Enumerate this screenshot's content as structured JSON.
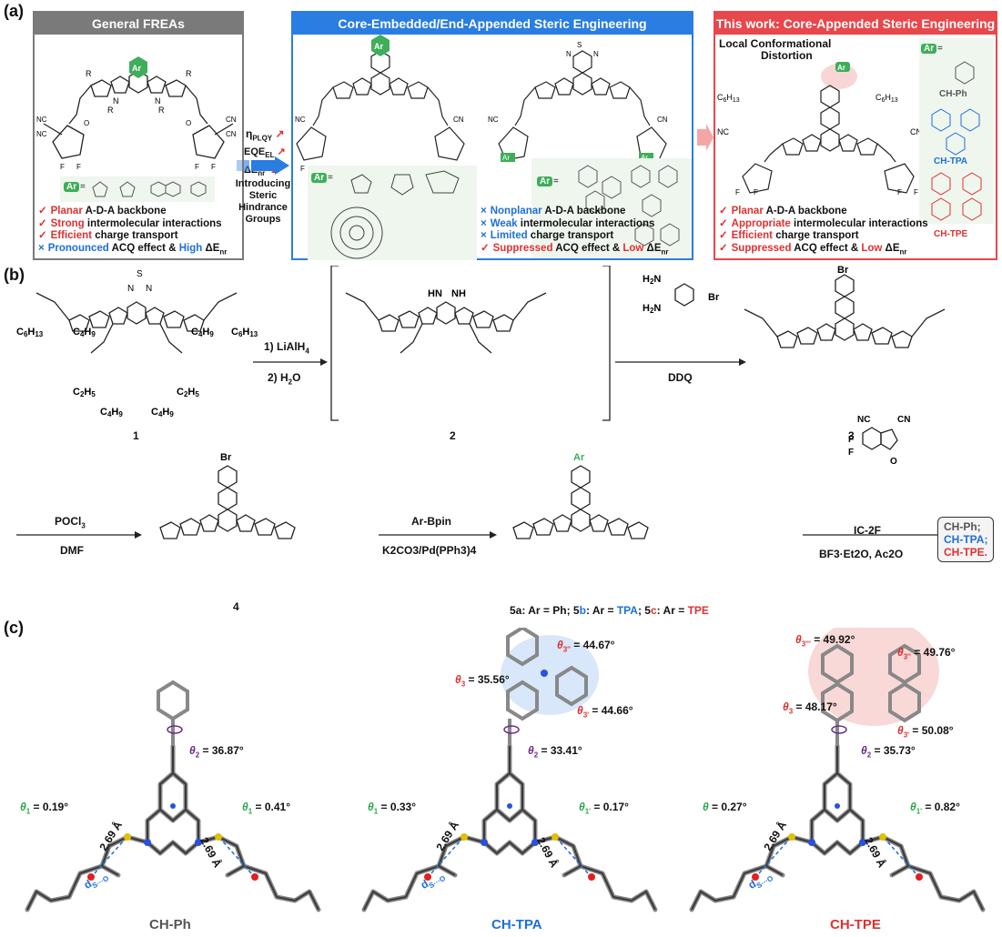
{
  "panels": {
    "a": "(a)",
    "b": "(b)",
    "c": "(c)"
  },
  "panel_a": {
    "box1": {
      "title": "General FREAs",
      "ar_eq": "Ar =",
      "bullets": [
        {
          "mark": "✓",
          "type": "chk",
          "pre": "",
          "hl": "Planar",
          "post": " A-D-A backbone"
        },
        {
          "mark": "✓",
          "type": "chk",
          "pre": "",
          "hl": "Strong",
          "post": " intermolecular interactions"
        },
        {
          "mark": "✓",
          "type": "chk",
          "pre": "",
          "hl": "Efficient",
          "post": " charge transport"
        },
        {
          "mark": "×",
          "type": "crs",
          "pre": "",
          "hl": "Pronounced",
          "post": " ACQ effect & ",
          "hl2": "High",
          "post2": " ΔE",
          "sub": "nr"
        }
      ]
    },
    "arrow": {
      "eta": "η",
      "eta_sub": "PLQY",
      "eqe": "EQE",
      "eqe_sub": "EL",
      "de": "ΔE",
      "de_sub": "nr",
      "caption": [
        "Introducing",
        "Steric",
        "Hindrance",
        "Groups"
      ]
    },
    "box2": {
      "title": "Core-Embedded/End-Appended Steric Engineering",
      "ar_eq": "Ar =",
      "bullets": [
        {
          "mark": "×",
          "type": "crs",
          "hl": "Nonplanar",
          "post": " A-D-A backbone"
        },
        {
          "mark": "×",
          "type": "crs",
          "hl": "Weak",
          "post": " intermolecular interactions"
        },
        {
          "mark": "×",
          "type": "crs",
          "hl": "Limited",
          "post": " charge transport"
        },
        {
          "mark": "✓",
          "type": "chk",
          "hl": "Suppressed",
          "post": " ACQ effect & ",
          "hl2": "Low",
          "post2": " ΔE",
          "sub": "nr"
        }
      ]
    },
    "box3": {
      "title": "This work: Core-Appended Steric Engineering",
      "distortion": [
        "Local Conformational",
        "Distortion"
      ],
      "ar_eq": "Ar =",
      "labels": [
        "CH-Ph",
        "CH-TPA",
        "CH-TPE"
      ],
      "bullets": [
        {
          "mark": "✓",
          "type": "chk",
          "hl": "Planar",
          "post": " A-D-A backbone"
        },
        {
          "mark": "✓",
          "type": "chk",
          "hl": "Appropriate",
          "post": " intermolecular interactions"
        },
        {
          "mark": "✓",
          "type": "chk",
          "hl": "Efficient",
          "post": " charge transport"
        },
        {
          "mark": "✓",
          "type": "chk",
          "hl": "Suppressed",
          "post": " ACQ effect & ",
          "hl2": "Low",
          "post2": " ΔE",
          "sub": "nr"
        }
      ]
    },
    "chain_labels": {
      "R": "R",
      "N": "N",
      "S": "S",
      "F": "F",
      "NC": "NC",
      "CN": "CN",
      "O": "O",
      "C6H13": "C6H13",
      "C4H9": "C4H9",
      "C2H5": "C2H5",
      "Ar": "Ar"
    }
  },
  "panel_b": {
    "compounds": [
      "1",
      "2",
      "3",
      "4",
      "5a: Ar = Ph; 5b: Ar = TPA; 5c: Ar = TPE"
    ],
    "compound5": {
      "pre": "5a: Ar = Ph; 5",
      "b": "b",
      "mid": ": Ar = ",
      "tpa": "TPA",
      "sep": "; 5",
      "c": "c",
      "mid2": ": Ar = ",
      "tpe": "TPE"
    },
    "steps": {
      "s1_top": "1) LiAlH",
      "s1_top_sub": "4",
      "s1_bot": "2) H",
      "s1_bot_sub": "2",
      "s1_bot_end": "O",
      "s2_bot": "DDQ",
      "s3_top": "POCl",
      "s3_top_sub": "3",
      "s3_bot": "DMF",
      "s4_top": "Ar-Bpin",
      "s4_bot": "K2CO3/Pd(PPh3)4",
      "s5_mid": "IC-2F",
      "s5_bot": "BF3·Et2O, Ac2O"
    },
    "reagents": {
      "H2N": "H2N",
      "Br": "Br",
      "HN": "HN",
      "NH": "NH"
    },
    "final": [
      "CH-Ph;",
      "CH-TPA;",
      "CH-TPE."
    ]
  },
  "panel_c": {
    "molecules": [
      {
        "name": "CH-Ph",
        "color": "#555555",
        "angles": [
          {
            "t": "θ",
            "sub": "2",
            "v": " = 36.87°",
            "c": "#6a2b8a"
          }
        ],
        "left_theta": {
          "t": "θ",
          "sub": "1",
          "v": " = 0.19°"
        },
        "right_theta": {
          "t": "θ",
          "sub": "1",
          "v": " = 0.41°"
        },
        "ds": "2.69 Å",
        "dlabel": "d",
        "dsub": "S···O"
      },
      {
        "name": "CH-TPA",
        "color": "#1e6fd9",
        "angles": [
          {
            "t": "θ",
            "sub": "3",
            "v": " = 35.56°"
          },
          {
            "t": "θ",
            "sub": "3''",
            "v": " = 44.67°"
          },
          {
            "t": "θ",
            "sub": "3'",
            "v": " = 44.66°"
          },
          {
            "t": "θ",
            "sub": "2",
            "v": " = 33.41°"
          }
        ],
        "left_theta": {
          "t": "θ",
          "sub": "1",
          "v": " = 0.33°"
        },
        "right_theta": {
          "t": "θ",
          "sub": "1'",
          "v": " = 0.17°"
        },
        "ds": "2.69 Å",
        "dlabel": "d",
        "dsub": "S···O"
      },
      {
        "name": "CH-TPE",
        "color": "#e03030",
        "angles": [
          {
            "t": "θ",
            "sub": "3'''",
            "v": " = 49.92°"
          },
          {
            "t": "θ",
            "sub": "3''",
            "v": " = 49.76°"
          },
          {
            "t": "θ",
            "sub": "3",
            "v": " = 48.17°"
          },
          {
            "t": "θ",
            "sub": "3'",
            "v": " = 50.08°"
          },
          {
            "t": "θ",
            "sub": "2",
            "v": " = 35.73°"
          }
        ],
        "left_theta": {
          "t": "θ",
          "sub": "",
          "v": " = 0.27°"
        },
        "right_theta": {
          "t": "θ",
          "sub": "1'",
          "v": " = 0.82°"
        },
        "ds": "2.69 Å",
        "dlabel": "d",
        "dsub": "S···O"
      }
    ]
  },
  "colors": {
    "grey_header": "#7a7a7a",
    "blue_header": "#2a7de1",
    "red_header": "#e8474b",
    "ar_badge": "#3fae5a",
    "green": "#2aa84a"
  }
}
